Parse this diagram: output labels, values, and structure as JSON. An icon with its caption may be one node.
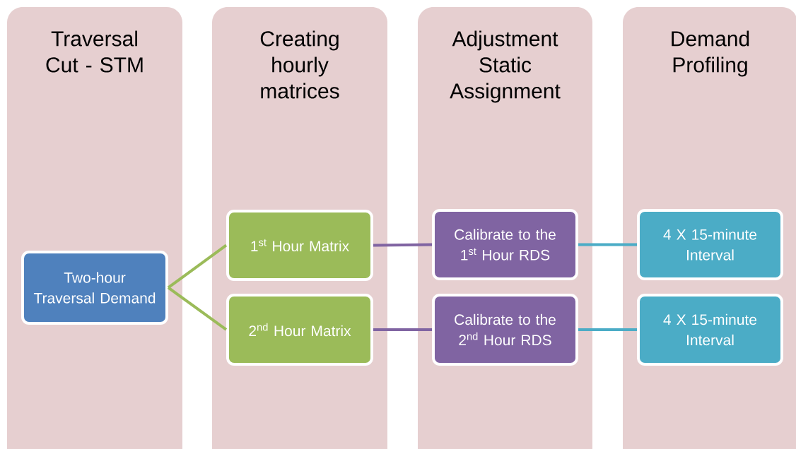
{
  "diagram": {
    "nodes": [
      {
        "text": [
          "Traversal Cut - STM"
        ]
      },
      {
        "text": [
          "Creating hourly matrices"
        ]
      },
      {
        "text": [
          "Adjustment Static Assignment"
        ]
      },
      {
        "text": [
          "Demand Profiling"
        ]
      },
      {
        "text": [
          "Two-hour Traversal Demand"
        ],
        "in": 0
      },
      {
        "text": [
          "1$^{st}$ Hour Matrix"
        ],
        "in": 1
      },
      {
        "text": [
          "2$^{nd}$ Hour Matrix"
        ],
        "in": 1
      },
      {
        "text": [
          "Calibrate to the 1$^{st}$ Hour RDS"
        ],
        "in": 2
      },
      {
        "text": [
          "Calibrate to the 2$^{nd}$ Hour RDS"
        ],
        "in": 2
      },
      {
        "text": [
          "4 X 15-minute Interval"
        ],
        "in": 3
      },
      {
        "text": [
          "4 X 15-minute Interval"
        ],
        "in": 3
      }
    ],
    "edges": [
      {
        "from": 4,
        "to": 5,
        "arrow": "none",
        "color": "#9bbb59"
      },
      {
        "from": 4,
        "to": 6,
        "arrow": "none",
        "color": "#9bbb59"
      },
      {
        "from": 5,
        "to": 7,
        "arrow": "none",
        "color": "#8064a2"
      },
      {
        "from": 6,
        "to": 8,
        "arrow": "none",
        "color": "#8064a2"
      },
      {
        "from": 7,
        "to": 9,
        "arrow": "none",
        "color": "#4bacc6"
      },
      {
        "from": 8,
        "to": 10,
        "arrow": "none",
        "color": "#4bacc6"
      }
    ]
  }
}
